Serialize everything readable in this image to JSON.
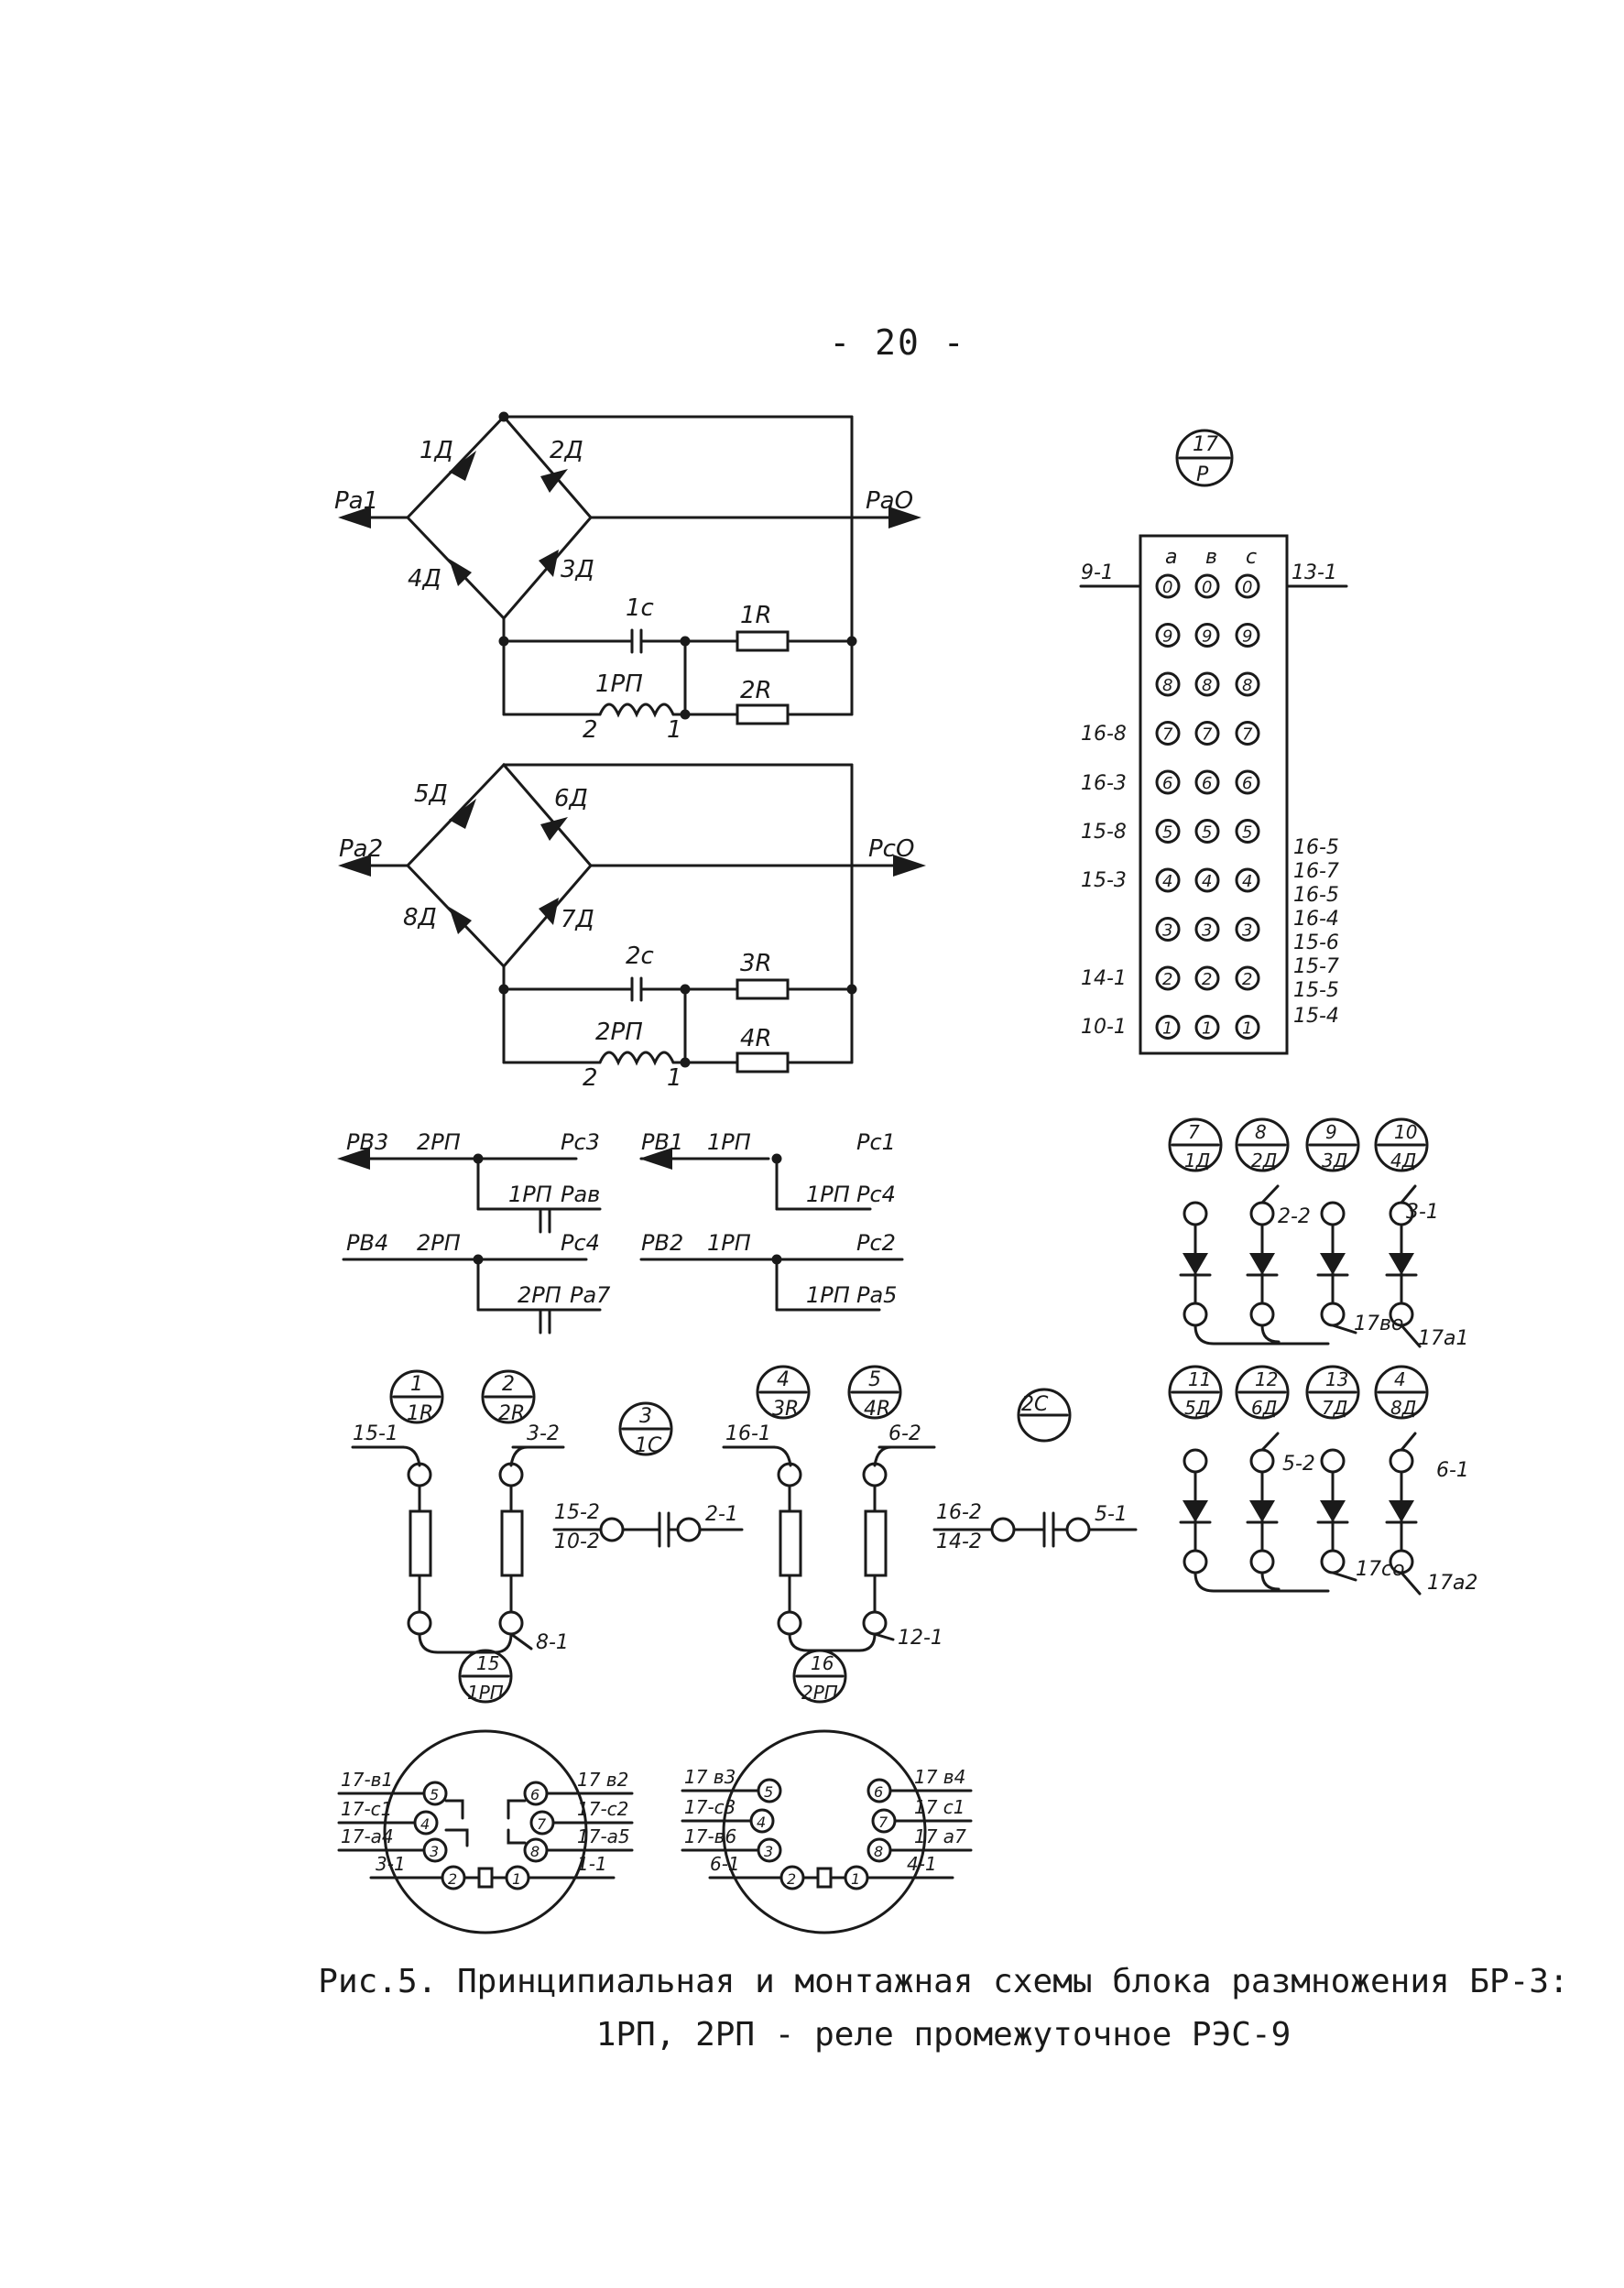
{
  "page": {
    "number": "- 20 -"
  },
  "caption": {
    "line1": "Рис.5. Принципиальная и монтажная схемы блока размножения БР-3:",
    "line2": "1РП, 2РП - реле промежуточное РЭС-9"
  },
  "bridge1": {
    "in_label": "Ра1",
    "out_label": "РаО",
    "diodes": [
      "1Д",
      "2Д",
      "3Д",
      "4Д"
    ],
    "capacitor": "1с",
    "resistors": [
      "1R",
      "2R"
    ],
    "coil": "1РП",
    "coil_pins": [
      "2",
      "1"
    ]
  },
  "bridge2": {
    "in_label": "Ра2",
    "out_label": "РсО",
    "diodes": [
      "5Д",
      "6Д",
      "7Д",
      "8Д"
    ],
    "capacitor": "2с",
    "resistors": [
      "3R",
      "4R"
    ],
    "coil": "2РП",
    "coil_pins": [
      "2",
      "1"
    ]
  },
  "connector": {
    "id": "17",
    "sub": "Р",
    "columns": [
      "а",
      "в",
      "с"
    ],
    "rows": [
      "0",
      "9",
      "8",
      "7",
      "6",
      "5",
      "4",
      "3",
      "2",
      "1"
    ],
    "left_labels": [
      "9-1",
      "16-8",
      "16-3",
      "15-8",
      "15-3",
      "14-1",
      "10-1"
    ],
    "right_labels": [
      "13-1",
      "16-5",
      "16-7",
      "16-5",
      "16-4",
      "15-6",
      "15-7",
      "15-5",
      "15-4"
    ]
  },
  "contacts": [
    {
      "left": "РВ3",
      "relay": "2РП",
      "right": "Рс3",
      "sub_relay": "1РП",
      "sub_out": "Рав"
    },
    {
      "left": "РВ1",
      "relay": "1РП",
      "right": "Рс1",
      "sub_relay": "1РП",
      "sub_out": "Рс4"
    },
    {
      "left": "РВ4",
      "relay": "2РП",
      "right": "Рс4",
      "sub_relay": "2РП",
      "sub_out": "Ра7"
    },
    {
      "left": "РВ2",
      "relay": "1РП",
      "right": "Рс2",
      "sub_relay": "1РП",
      "sub_out": "Ра5"
    }
  ],
  "diode_blocks_top": {
    "badges": [
      {
        "id": "7",
        "sub": "1Д"
      },
      {
        "id": "8",
        "sub": "2Д"
      },
      {
        "id": "9",
        "sub": "3Д"
      },
      {
        "id": "10",
        "sub": "4Д"
      }
    ],
    "labels": [
      "2-2",
      "3-1",
      "17во",
      "17а1"
    ]
  },
  "diode_blocks_bottom": {
    "badges": [
      {
        "id": "11",
        "sub": "5Д"
      },
      {
        "id": "12",
        "sub": "6Д"
      },
      {
        "id": "13",
        "sub": "7Д"
      },
      {
        "id": "4",
        "sub": "8Д"
      }
    ],
    "labels": [
      "5-2",
      "6-1",
      "17со",
      "17а2"
    ]
  },
  "resistor_group_1": {
    "badges": [
      {
        "id": "1",
        "sub": "1R"
      },
      {
        "id": "2",
        "sub": "2R"
      }
    ],
    "labels": [
      "15-1",
      "3-2",
      "8-1"
    ]
  },
  "capacitor_1": {
    "badge": {
      "id": "3",
      "sub": "1С"
    },
    "left": [
      "15-2",
      "10-2"
    ],
    "right": "2-1"
  },
  "resistor_group_2": {
    "badges": [
      {
        "id": "4",
        "sub": "3R"
      },
      {
        "id": "5",
        "sub": "4R"
      }
    ],
    "labels": [
      "16-1",
      "6-2",
      "12-1"
    ]
  },
  "capacitor_2": {
    "badge": {
      "id": "2С"
    },
    "left": [
      "16-2",
      "14-2"
    ],
    "right": "5-1"
  },
  "relay_sockets": [
    {
      "id": "15",
      "sub": "1РП",
      "left": [
        "17-в1",
        "17-с1",
        "17-а4",
        "3-1"
      ],
      "right": [
        "17 в2",
        "17-с2",
        "17-а5",
        "1-1"
      ],
      "pins_left": [
        "5",
        "4",
        "3",
        "2"
      ],
      "pins_right": [
        "6",
        "7",
        "8",
        "1"
      ]
    },
    {
      "id": "16",
      "sub": "2РП",
      "left": [
        "17 в3",
        "17-с3",
        "17-в6",
        "6-1"
      ],
      "right": [
        "17 в4",
        "17 с1",
        "17 а7",
        "4-1"
      ],
      "pins_left": [
        "5",
        "4",
        "3",
        "2"
      ],
      "pins_right": [
        "6",
        "7",
        "8",
        "1"
      ]
    }
  ]
}
